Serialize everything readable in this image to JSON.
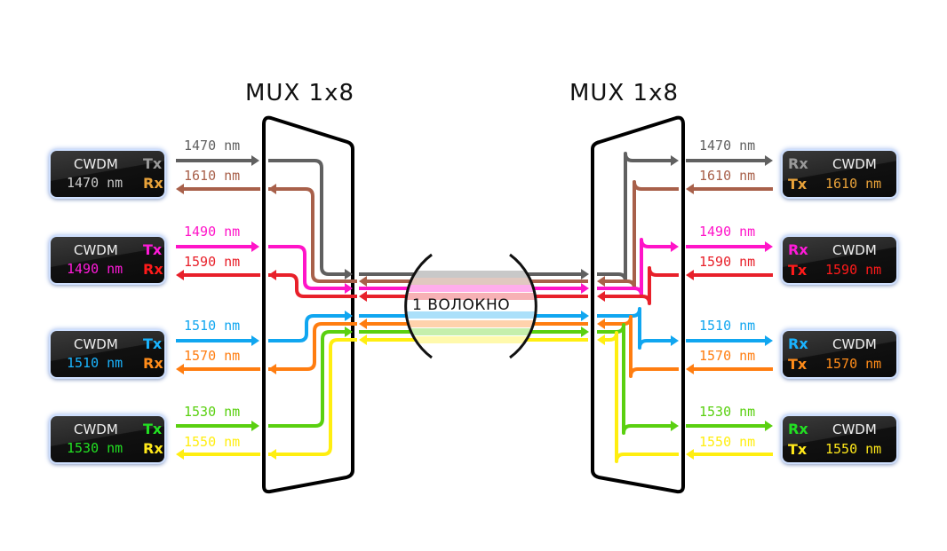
{
  "titles": {
    "left_mux": "MUX 1x8",
    "right_mux": "MUX 1x8"
  },
  "fiber_label": "1 ВОЛОКНО",
  "box_name": "CWDM",
  "left_modules": [
    {
      "wavelength": "1470 nm",
      "tx": "Tx",
      "rx": "Rx",
      "tx_color": "#9a9a9a",
      "rx_color": "#e8a23a",
      "wl_color": "#c8c8c8",
      "tx_label": "1470 nm",
      "rx_label": "1610 nm",
      "tx_line": "#606060",
      "rx_line": "#a8604a"
    },
    {
      "wavelength": "1490 nm",
      "tx": "Tx",
      "rx": "Rx",
      "tx_color": "#ff1ad9",
      "rx_color": "#ff1a1a",
      "wl_color": "#ff1ad9",
      "tx_label": "1490 nm",
      "rx_label": "1590 nm",
      "tx_line": "#ff14c8",
      "rx_line": "#e8202a"
    },
    {
      "wavelength": "1510 nm",
      "tx": "Tx",
      "rx": "Rx",
      "tx_color": "#1ab4ff",
      "rx_color": "#ff8c1a",
      "wl_color": "#1ab4ff",
      "tx_label": "1510 nm",
      "rx_label": "1570 nm",
      "tx_line": "#10a6f0",
      "rx_line": "#ff7d10"
    },
    {
      "wavelength": "1530 nm",
      "tx": "Tx",
      "rx": "Rx",
      "tx_color": "#22e022",
      "rx_color": "#ffe81a",
      "wl_color": "#22e022",
      "tx_label": "1530 nm",
      "rx_label": "1550 nm",
      "tx_line": "#5ad010",
      "rx_line": "#ffee10"
    }
  ],
  "right_modules": [
    {
      "wavelength": "1610 nm",
      "rx": "Rx",
      "tx": "Tx",
      "rx_color": "#9a9a9a",
      "tx_color": "#e8a23a",
      "wl_color": "#e8a23a",
      "rx_label": "1470 nm",
      "tx_label": "1610 nm"
    },
    {
      "wavelength": "1590 nm",
      "rx": "Rx",
      "tx": "Tx",
      "rx_color": "#ff1ad9",
      "tx_color": "#ff1a1a",
      "wl_color": "#ff1a1a",
      "rx_label": "1490 nm",
      "tx_label": "1590 nm"
    },
    {
      "wavelength": "1570 nm",
      "rx": "Rx",
      "tx": "Tx",
      "rx_color": "#1ab4ff",
      "tx_color": "#ff8c1a",
      "wl_color": "#ff8c1a",
      "rx_label": "1510 nm",
      "tx_label": "1570 nm"
    },
    {
      "wavelength": "1550 nm",
      "rx": "Rx",
      "tx": "Tx",
      "rx_color": "#22e022",
      "tx_color": "#ffe81a",
      "wl_color": "#ffe81a",
      "rx_label": "1530 nm",
      "tx_label": "1550 nm"
    }
  ],
  "label_colors": {
    "tx": [
      "#606060",
      "#ff14c8",
      "#10a6f0",
      "#5ad010"
    ],
    "rx": [
      "#a8604a",
      "#e8202a",
      "#ff7d10",
      "#ffee10"
    ]
  }
}
